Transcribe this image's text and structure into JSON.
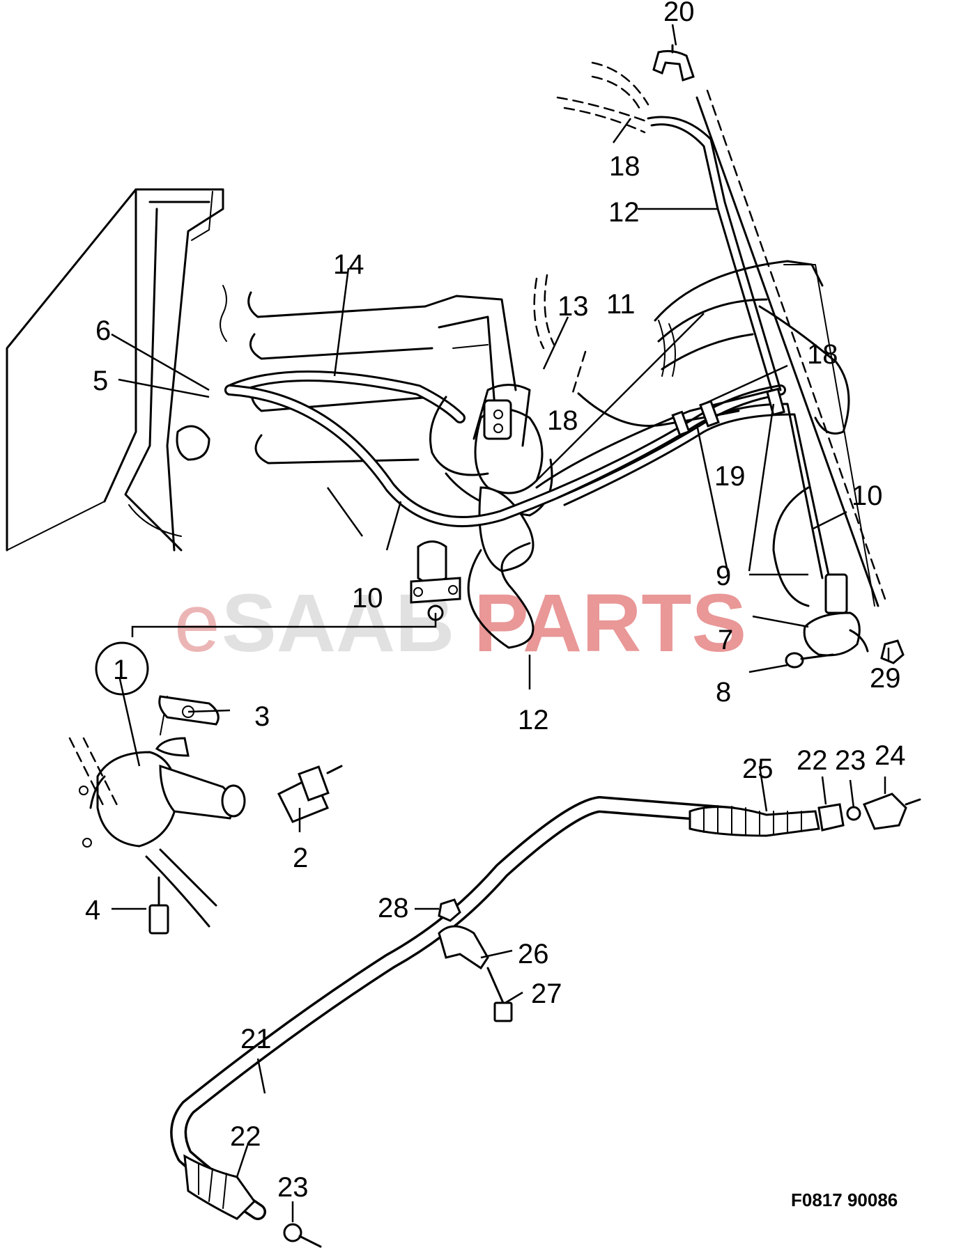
{
  "watermark": {
    "e": "e",
    "saab": "SAAB",
    "parts": "PARTS"
  },
  "figure_code": "F0817  90086",
  "part_labels": {
    "p1": "1",
    "p2": "2",
    "p3": "3",
    "p4": "4",
    "p5": "5",
    "p6": "6",
    "p7": "7",
    "p8": "8",
    "p9": "9",
    "p10a": "10",
    "p10b": "10",
    "p11": "11",
    "p12a": "12",
    "p12b": "12",
    "p13": "13",
    "p14": "14",
    "p18a": "18",
    "p18b": "18",
    "p18c": "18",
    "p19": "19",
    "p20": "20",
    "p21": "21",
    "p22a": "22",
    "p22b": "22",
    "p23a": "23",
    "p23b": "23",
    "p24": "24",
    "p25": "25",
    "p26": "26",
    "p27": "27",
    "p28": "28",
    "p29": "29"
  }
}
